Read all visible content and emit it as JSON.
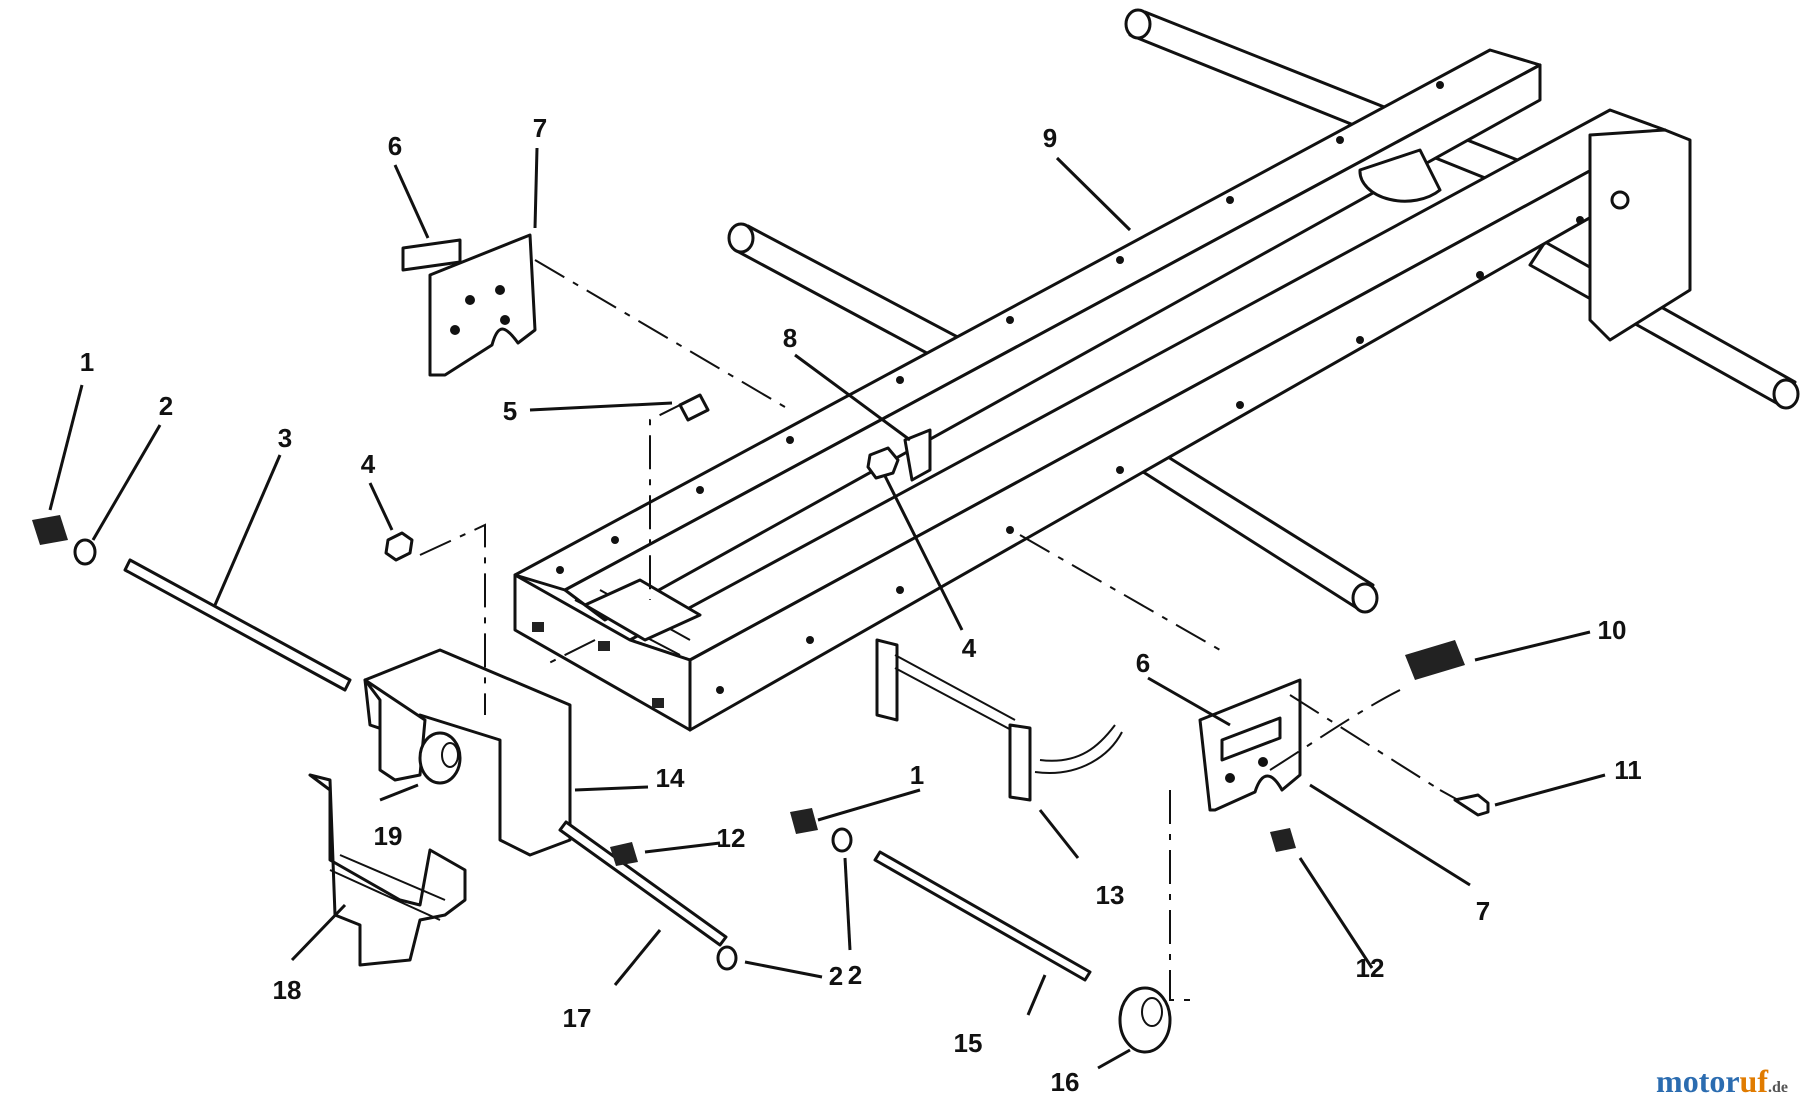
{
  "diagram": {
    "callouts": [
      {
        "id": "c1a",
        "label": "1"
      },
      {
        "id": "c1b",
        "label": "1"
      },
      {
        "id": "c2a",
        "label": "2"
      },
      {
        "id": "c2b",
        "label": "2"
      },
      {
        "id": "c2c",
        "label": "2"
      },
      {
        "id": "c3",
        "label": "3"
      },
      {
        "id": "c4a",
        "label": "4"
      },
      {
        "id": "c4b",
        "label": "4"
      },
      {
        "id": "c5",
        "label": "5"
      },
      {
        "id": "c6a",
        "label": "6"
      },
      {
        "id": "c6b",
        "label": "6"
      },
      {
        "id": "c7a",
        "label": "7"
      },
      {
        "id": "c7b",
        "label": "7"
      },
      {
        "id": "c8",
        "label": "8"
      },
      {
        "id": "c9",
        "label": "9"
      },
      {
        "id": "c10",
        "label": "10"
      },
      {
        "id": "c11",
        "label": "11"
      },
      {
        "id": "c12a",
        "label": "12"
      },
      {
        "id": "c12b",
        "label": "12"
      },
      {
        "id": "c13",
        "label": "13"
      },
      {
        "id": "c14",
        "label": "14"
      },
      {
        "id": "c15",
        "label": "15"
      },
      {
        "id": "c16",
        "label": "16"
      },
      {
        "id": "c17",
        "label": "17"
      },
      {
        "id": "c18",
        "label": "18"
      },
      {
        "id": "c19",
        "label": "19"
      }
    ]
  },
  "watermark": {
    "part1": "motor",
    "part2": "uf",
    "part3": ".de"
  },
  "colors": {
    "ink": "#111111",
    "background": "#ffffff",
    "watermark_blue": "#2b6cb0",
    "watermark_orange": "#e07b00"
  }
}
